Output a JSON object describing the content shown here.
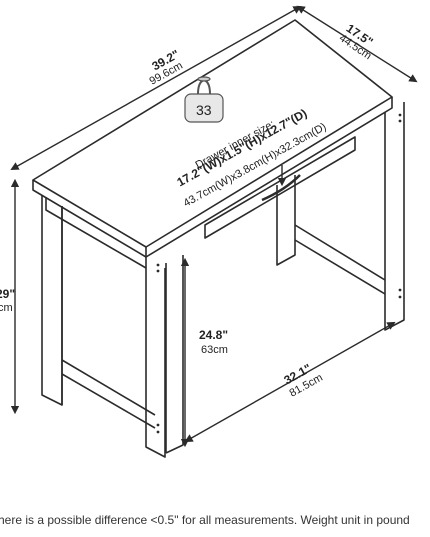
{
  "dimensions": {
    "width_in": "39.2\"",
    "width_cm": "99.6cm",
    "depth_in": "17.5\"",
    "depth_cm": "44.5cm",
    "height_in": "29\"",
    "height_cm": "cm",
    "clearance_in": "24.8\"",
    "clearance_cm": "63cm",
    "leg_span_in": "32.1\"",
    "leg_span_cm": "81.5cm"
  },
  "drawer": {
    "title": "Drawer inner size:",
    "inch": "17.2\"(W)x1.5\"(H)x12.7\"(D)",
    "cm": "43.7cm(W)x3.8cm(H)x32.3cm(D)"
  },
  "weight": {
    "value": "33"
  },
  "footer": {
    "note": "here is a possible difference <0.5\" for all measurements. Weight unit in pound"
  }
}
